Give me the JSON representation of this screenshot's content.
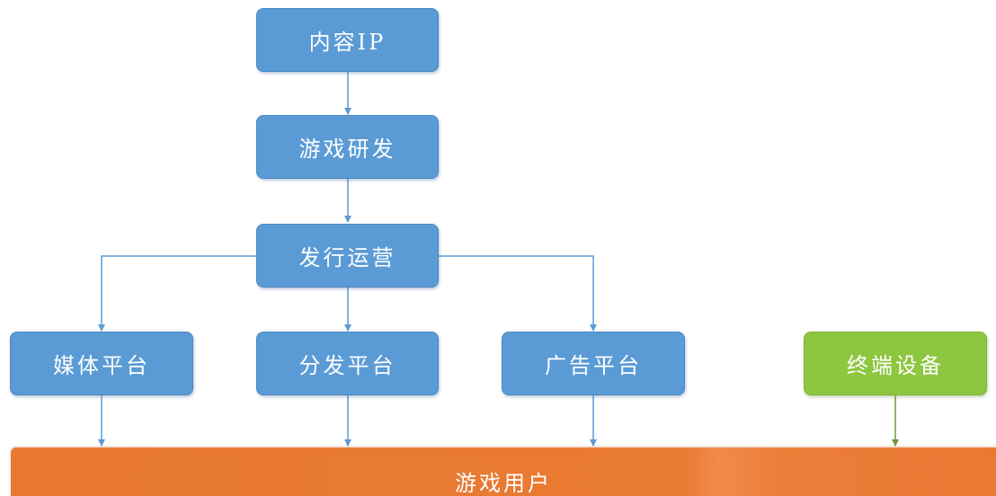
{
  "diagram": {
    "nodes": {
      "content_ip": "内容IP",
      "game_dev": "游戏研发",
      "publishing": "发行运营",
      "media_platform": "媒体平台",
      "distribution_platform": "分发平台",
      "ad_platform": "广告平台",
      "terminal_devices": "终端设备",
      "game_users": "游戏用户"
    },
    "edges": [
      {
        "from": "内容IP",
        "to": "游戏研发"
      },
      {
        "from": "游戏研发",
        "to": "发行运营"
      },
      {
        "from": "发行运营",
        "to": "媒体平台"
      },
      {
        "from": "发行运营",
        "to": "分发平台"
      },
      {
        "from": "发行运营",
        "to": "广告平台"
      },
      {
        "from": "媒体平台",
        "to": "游戏用户"
      },
      {
        "from": "分发平台",
        "to": "游戏用户"
      },
      {
        "from": "广告平台",
        "to": "游戏用户"
      },
      {
        "from": "终端设备",
        "to": "游戏用户"
      }
    ],
    "colors": {
      "process_node": "#5b9bd5",
      "device_node": "#8dc63f",
      "user_bar": "#ea7b33",
      "connector": "#5b9bd5",
      "connector_green": "#6e9a3a"
    }
  }
}
